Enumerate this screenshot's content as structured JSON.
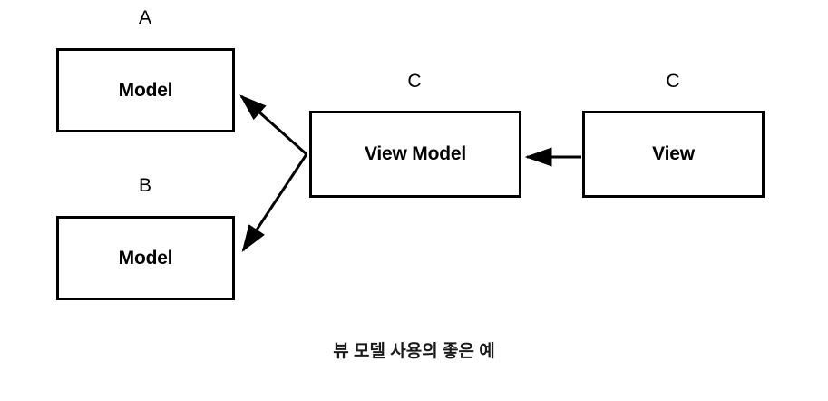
{
  "diagram": {
    "title_caption": "뷰 모델 사용의 좋은 예",
    "stroke_color": "#000000",
    "background_color": "#ffffff",
    "nodes": [
      {
        "id": "model-a",
        "label": "Model",
        "group_tag": "A"
      },
      {
        "id": "model-b",
        "label": "Model",
        "group_tag": "B"
      },
      {
        "id": "view-model",
        "label": "View Model",
        "group_tag": "C"
      },
      {
        "id": "view",
        "label": "View",
        "group_tag": "C"
      }
    ],
    "edges": [
      {
        "from": "view-model",
        "to": "model-a",
        "arrowhead": "filled-triangle",
        "style": "solid"
      },
      {
        "from": "view-model",
        "to": "model-b",
        "arrowhead": "filled-triangle",
        "style": "solid"
      },
      {
        "from": "view",
        "to": "view-model",
        "arrowhead": "filled-triangle",
        "style": "solid"
      }
    ]
  }
}
